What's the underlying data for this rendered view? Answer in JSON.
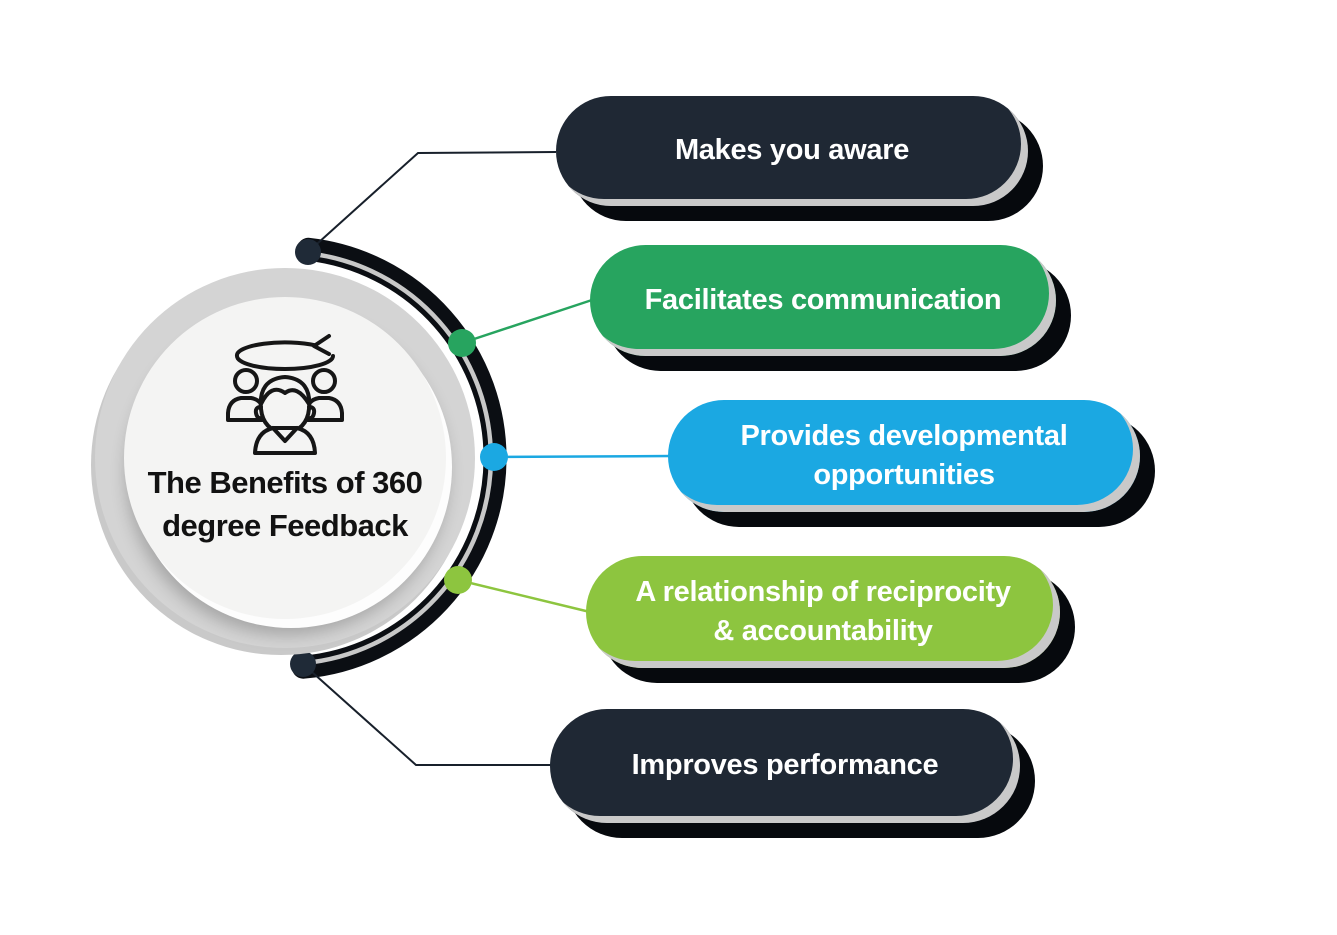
{
  "center": {
    "title_line1": "The Benefits of 360",
    "title_line2": "degree Feedback",
    "icon": "people-360-rotation-icon"
  },
  "benefits": [
    {
      "label": "Makes you aware",
      "pill_color": "#1f2834",
      "line_color": "#18202b",
      "dot_color": "#1f2a37",
      "text_color": "#ffffff"
    },
    {
      "label": "Facilitates communication",
      "pill_color": "#27a45f",
      "line_color": "#27a45f",
      "dot_color": "#27a45f",
      "text_color": "#ffffff"
    },
    {
      "label": "Provides developmental\nopportunities",
      "pill_color": "#1ba8e2",
      "line_color": "#1ba8e2",
      "dot_color": "#1ba8e2",
      "text_color": "#ffffff"
    },
    {
      "label": "A relationship of reciprocity\n& accountability",
      "pill_color": "#8dc53f",
      "line_color": "#8dc53f",
      "dot_color": "#8dc53f",
      "text_color": "#ffffff"
    },
    {
      "label": "Improves performance",
      "pill_color": "#1f2834",
      "line_color": "#18202b",
      "dot_color": "#1f2a37",
      "text_color": "#ffffff"
    }
  ],
  "colors": {
    "background": "#ffffff",
    "arc_black": "#0b0e13",
    "arc_silver_stripe": "#c8c8c8",
    "ring_gray": "#d4d4d4",
    "inner_circle": "#f4f4f3",
    "pill_rim_silver": "#c9c9c9",
    "pill_shadow_black": "#06090d",
    "title_text": "#121212",
    "icon_stroke": "#161616"
  }
}
